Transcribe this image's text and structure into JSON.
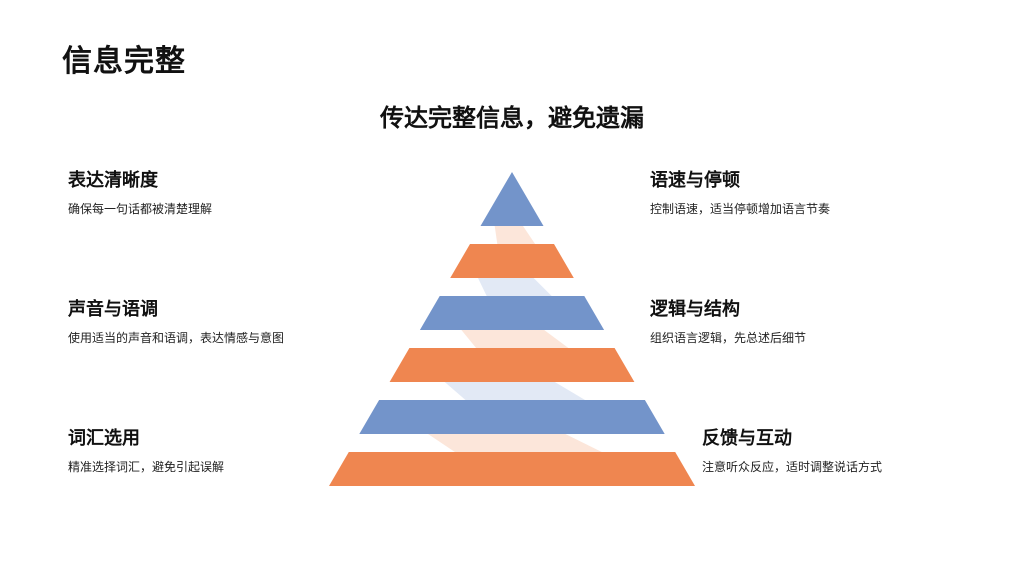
{
  "page": {
    "title": "信息完整",
    "subtitle": "传达完整信息，避免遗漏"
  },
  "colors": {
    "blue": "#7394ca",
    "orange": "#ef8650",
    "blue_light": "#dbe4f3",
    "orange_light": "#fbe0d1"
  },
  "pyramid": {
    "layers": [
      {
        "color": "blue"
      },
      {
        "color": "orange"
      },
      {
        "color": "blue"
      },
      {
        "color": "orange"
      },
      {
        "color": "blue"
      },
      {
        "color": "orange"
      }
    ]
  },
  "points": {
    "left": [
      {
        "title": "表达清晰度",
        "desc": "确保每一句话都被清楚理解"
      },
      {
        "title": "声音与语调",
        "desc": "使用适当的声音和语调，表达情感与意图"
      },
      {
        "title": "词汇选用",
        "desc": "精准选择词汇，避免引起误解"
      }
    ],
    "right": [
      {
        "title": "语速与停顿",
        "desc": "控制语速，适当停顿增加语言节奏"
      },
      {
        "title": "逻辑与结构",
        "desc": "组织语言逻辑，先总述后细节"
      },
      {
        "title": "反馈与互动",
        "desc": "注意听众反应，适时调整说话方式"
      }
    ]
  }
}
